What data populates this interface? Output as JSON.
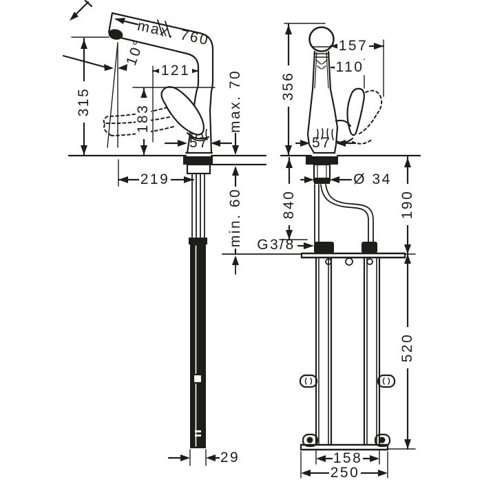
{
  "drawing_title": "kitchen-faucet-installation-dimensions",
  "colors": {
    "line": "#1d1d1b",
    "background": "#ffffff"
  },
  "left_view": {
    "pullout_extension": "max. 760",
    "spout_angle": "10°",
    "spout_outlet_height": "315",
    "outlet_to_axis": "121",
    "handle_height": "183",
    "deck_thickness_max": "max. 70",
    "body_width": "57",
    "spout_reach": "219",
    "clearance_min": "min. 60",
    "hose_weight_width": "29"
  },
  "right_view": {
    "handle_swing_max": "157",
    "handle_swing": "110",
    "total_height": "356",
    "body_width": "57",
    "shank_diameter": "Ø 34",
    "hose_length": "840",
    "under_deck_depth": "190",
    "thread": "G3/8",
    "frame_height": "520",
    "frame_inner_width": "158",
    "frame_outer_width": "250"
  }
}
